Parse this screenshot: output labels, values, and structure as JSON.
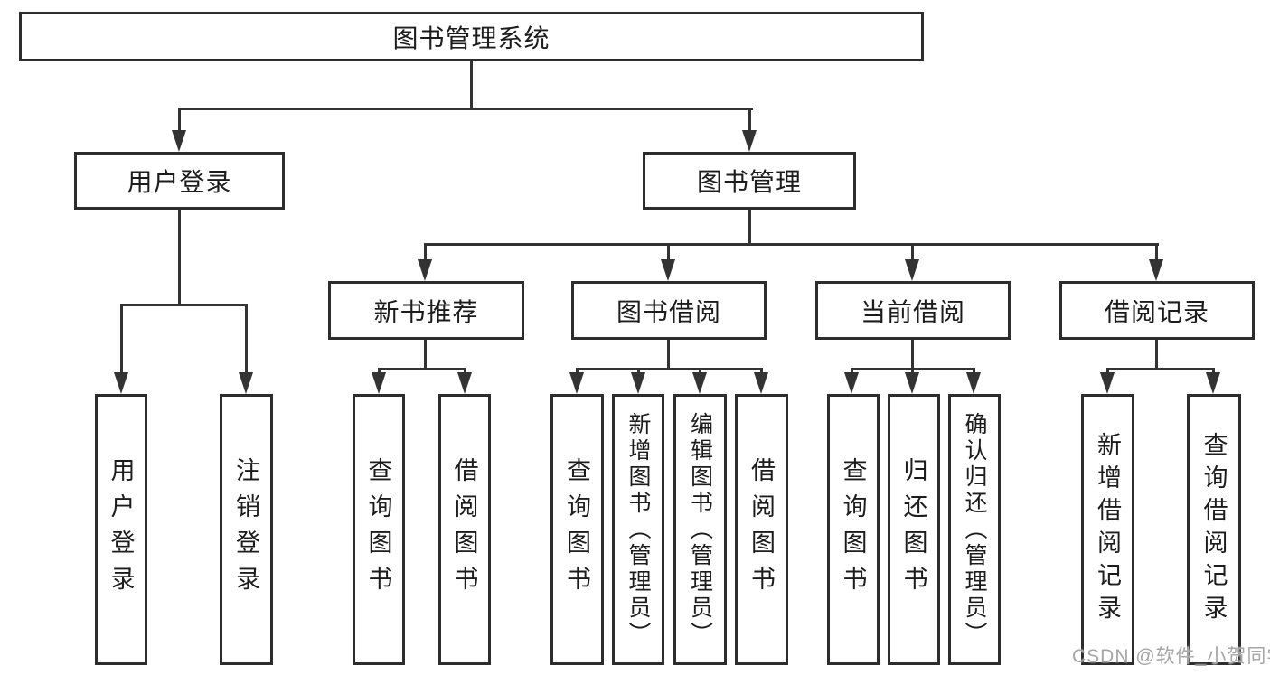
{
  "diagram": {
    "root": {
      "label": "图书管理系统"
    },
    "branches": [
      {
        "label": "用户登录",
        "children": [
          {
            "label": "用户登录"
          },
          {
            "label": "注销登录"
          }
        ]
      },
      {
        "label": "图书管理",
        "children": [
          {
            "label": "新书推荐",
            "children": [
              {
                "label": "查询图书"
              },
              {
                "label": "借阅图书"
              }
            ]
          },
          {
            "label": "图书借阅",
            "children": [
              {
                "label": "查询图书"
              },
              {
                "label": "新增图书（管理员）"
              },
              {
                "label": "编辑图书（管理员）"
              },
              {
                "label": "借阅图书"
              }
            ]
          },
          {
            "label": "当前借阅",
            "children": [
              {
                "label": "查询图书"
              },
              {
                "label": "归还图书"
              },
              {
                "label": "确认归还（管理员）"
              }
            ]
          },
          {
            "label": "借阅记录",
            "children": [
              {
                "label": "新增借阅记录"
              },
              {
                "label": "查询借阅记录"
              }
            ]
          }
        ]
      }
    ]
  },
  "watermark": {
    "text": "CSDN @软件_小贺同学"
  },
  "colors": {
    "line": "#333333",
    "box_border": "#2d2d2d",
    "text": "#1c1c1c",
    "watermark": "#a6a6a6",
    "background": "#ffffff"
  }
}
